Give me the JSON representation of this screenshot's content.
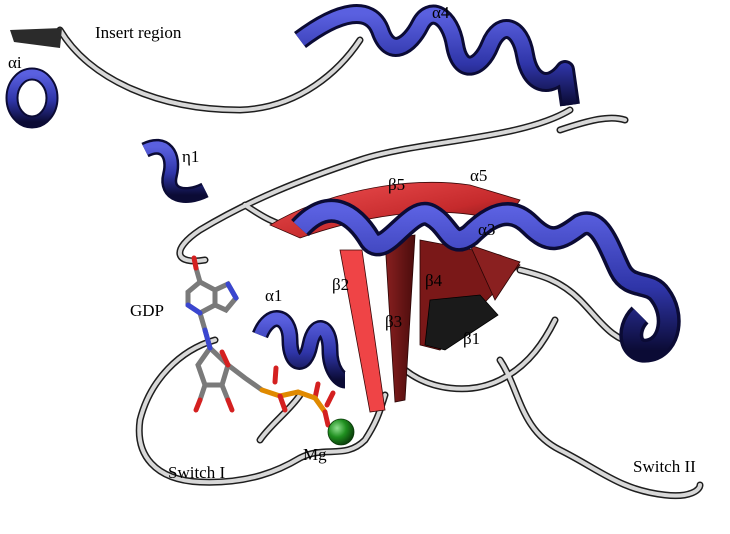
{
  "labels": {
    "insert_region": "Insert region",
    "alpha_i": "αi",
    "alpha_4": "α4",
    "eta_1": "η1",
    "beta_5": "β5",
    "alpha_5": "α5",
    "alpha_3": "α3",
    "beta_4": "β4",
    "beta_2": "β2",
    "alpha_1": "α1",
    "gdp": "GDP",
    "beta_3": "β3",
    "beta_1": "β1",
    "mg": "Mg",
    "switch_i": "Switch I",
    "switch_ii": "Switch II"
  },
  "colors": {
    "helix": "#3a3fb5",
    "helix_dark": "#0b0b35",
    "strand": "#e0393b",
    "strand_dark": "#5b1010",
    "coil": "#c8c8c8",
    "coil_dark": "#2a2a2a",
    "magnesium": "#1f8f1f",
    "carbon": "#9a9a9a",
    "oxygen": "#d42020",
    "phosphorus": "#e08a00",
    "nitrogen": "#3a46d0"
  }
}
